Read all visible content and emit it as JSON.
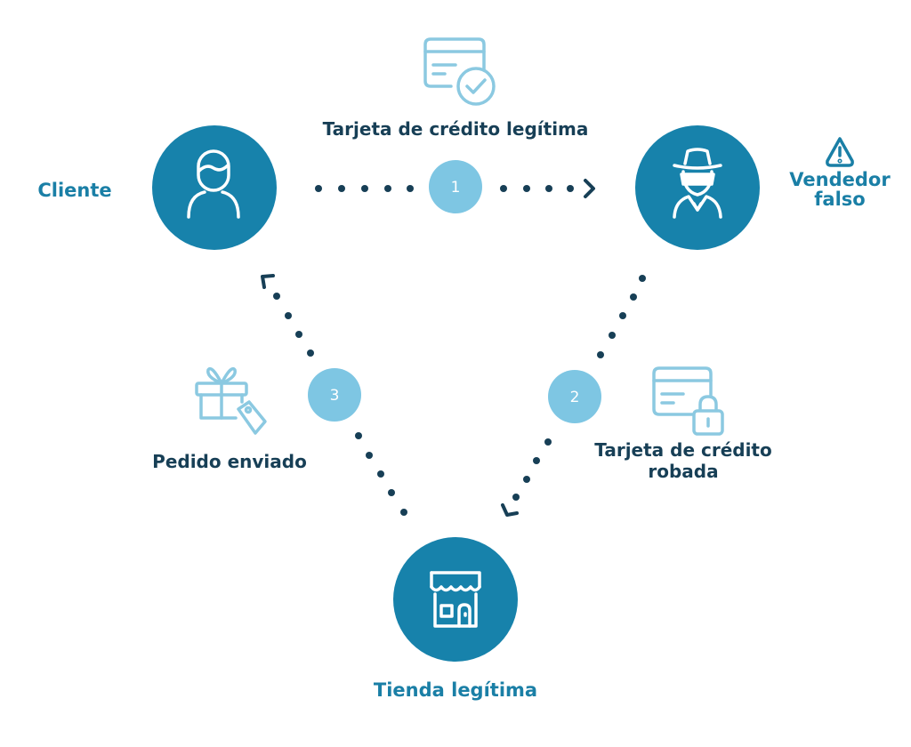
{
  "colors": {
    "node_fill": "#1782ab",
    "node_icon": "#ffffff",
    "step_badge": "#7ec6e3",
    "dots": "#173f56",
    "light_icon": "#8bc9e1",
    "node_label": "#1a7fa6",
    "edge_label": "#173f56"
  },
  "nodes": {
    "client": {
      "label": "Cliente",
      "icon": "user-icon"
    },
    "vendor": {
      "label_line1": "Vendedor",
      "label_line2": "falso",
      "icon": "spy-icon",
      "badge_icon": "warning-icon"
    },
    "store": {
      "label": "Tienda legítima",
      "icon": "store-icon"
    }
  },
  "edges": {
    "e1": {
      "step": "1",
      "label": "Tarjeta de crédito legítima",
      "icon": "credit-card-check-icon"
    },
    "e2": {
      "step": "2",
      "label_line1": "Tarjeta de crédito",
      "label_line2": "robada",
      "icon": "credit-card-lock-icon"
    },
    "e3": {
      "step": "3",
      "label": "Pedido enviado",
      "icon": "gift-icon"
    }
  }
}
